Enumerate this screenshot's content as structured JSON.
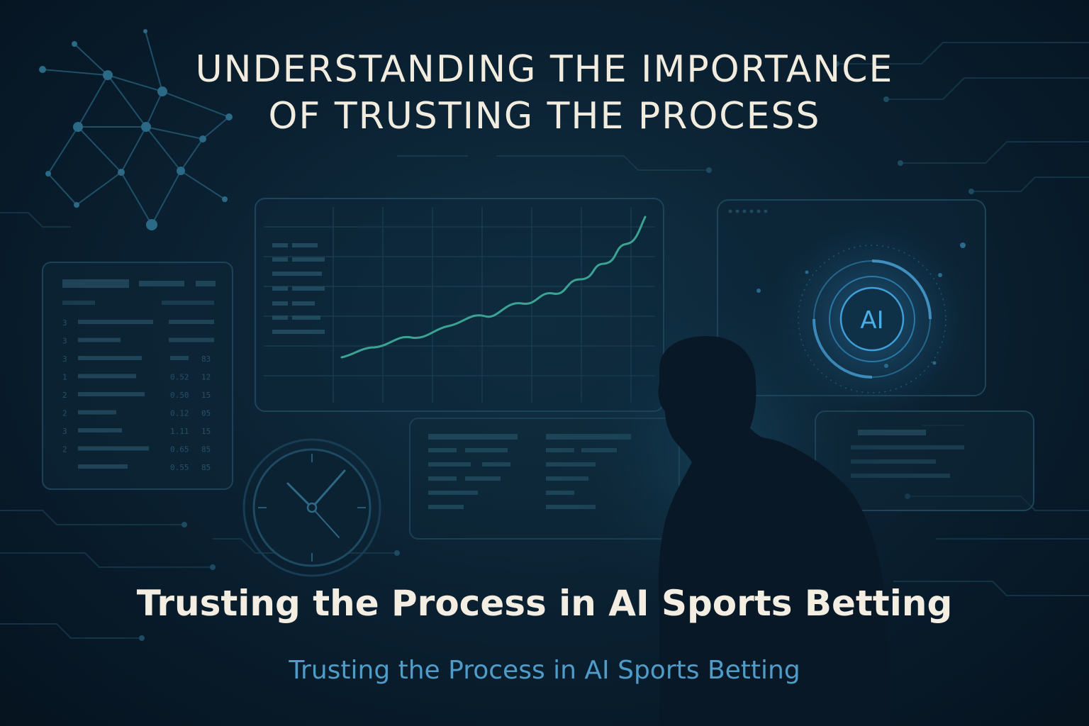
{
  "header": {
    "title_line_1": "UNDERSTANDING THE IMPORTANCE",
    "title_line_2": "OF TRUSTING THE PROCESS"
  },
  "subtitle": "Trusting the Process in AI Sports Betting",
  "caption": "Trusting the Process in AI Sports Betting",
  "ai_badge": {
    "label": "AI"
  },
  "table_panel": {
    "rows": [
      {
        "index": "3",
        "value_a": "",
        "value_b": ""
      },
      {
        "index": "3",
        "value_a": "",
        "value_b": ""
      },
      {
        "index": "3",
        "value_a": "",
        "value_b": "83"
      },
      {
        "index": "1",
        "value_a": "0.52",
        "value_b": "12"
      },
      {
        "index": "2",
        "value_a": "0.50",
        "value_b": "15"
      },
      {
        "index": "2",
        "value_a": "0.12",
        "value_b": "05"
      },
      {
        "index": "3",
        "value_a": "1.11",
        "value_b": "15"
      },
      {
        "index": "2",
        "value_a": "0.65",
        "value_b": "85"
      },
      {
        "index": "",
        "value_a": "0.55",
        "value_b": "85"
      }
    ]
  },
  "colors": {
    "background": "#0b2233",
    "accent_line": "#3aa394",
    "ai_glow": "#3f9fd6",
    "title": "#f2ecdf",
    "caption": "#4f9cc8"
  },
  "icons": [
    "network-graph-icon",
    "clock-icon",
    "ai-chip-icon",
    "person-silhouette"
  ]
}
